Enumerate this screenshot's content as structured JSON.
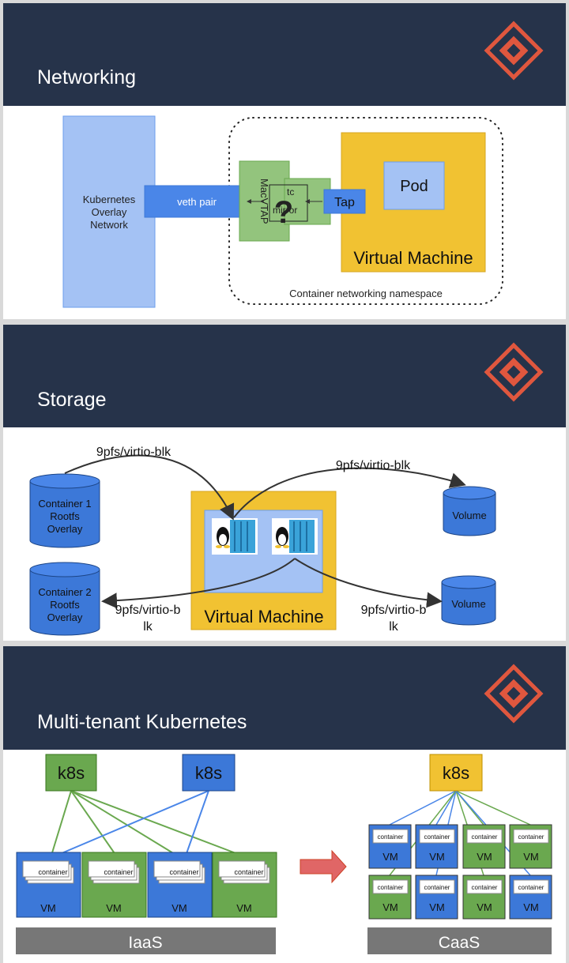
{
  "networking": {
    "title": "Networking",
    "overlay_network_lines": [
      "Kubernetes",
      "Overlay",
      "Network"
    ],
    "veth_pair": "veth pair",
    "macvtap": "MacVTAP",
    "tc_mirror_lines": [
      "tc",
      "mirror"
    ],
    "question": "?",
    "tap": "Tap",
    "pod": "Pod",
    "virtual_machine": "Virtual Machine",
    "namespace": "Container networking namespace"
  },
  "storage": {
    "title": "Storage",
    "container1_lines": [
      "Container 1",
      "Rootfs",
      "Overlay"
    ],
    "container2_lines": [
      "Container 2",
      "Rootfs",
      "Overlay"
    ],
    "volume_top": "Volume",
    "volume_bottom": "Volume",
    "arrow_label_top_left": "9pfs/virtio-blk",
    "arrow_label_top_right": "9pfs/virtio-blk",
    "arrow_label_bottom_left_lines": [
      "9pfs/virtio-b",
      "lk"
    ],
    "arrow_label_bottom_right_lines": [
      "9pfs/virtio-b",
      "lk"
    ],
    "virtual_machine": "Virtual Machine"
  },
  "multitenant": {
    "title": "Multi-tenant Kubernetes",
    "iaas_k8s_green": "k8s",
    "iaas_k8s_blue": "k8s",
    "caas_k8s": "k8s",
    "container_label": "container",
    "vm_label": "VM",
    "iaas_label": "IaaS",
    "caas_label": "CaaS"
  },
  "colors": {
    "header_bg": "#26334a",
    "logo": "#e0573e",
    "light_blue": "#a4c2f4",
    "mid_blue": "#4a86e8",
    "vm_blue": "#3c78d8",
    "yellow": "#f1c232",
    "green": "#6aa84f",
    "light_green": "#93c47d",
    "gray_bar": "#777777",
    "red_arrow": "#e06666"
  }
}
